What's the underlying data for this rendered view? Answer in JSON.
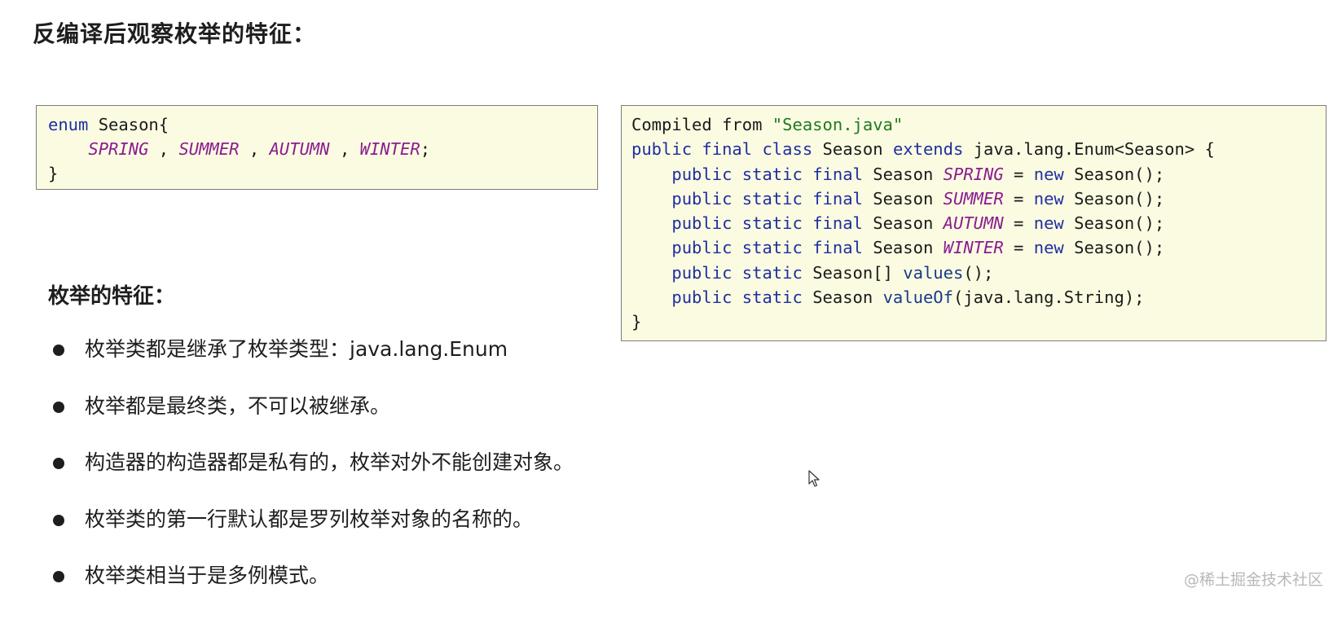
{
  "title": "反编译后观察枚举的特征：",
  "left_code": {
    "keyword_enum": "enum",
    "name": "Season{",
    "constants": [
      "SPRING",
      "SUMMER",
      "AUTUMN",
      "WINTER"
    ],
    "sep": " , ",
    "end": ";",
    "close": "}"
  },
  "right_code": {
    "compiled_from": "Compiled from ",
    "file_name": "\"Season.java\"",
    "kw_public": "public",
    "kw_final": "final",
    "kw_class": "class",
    "class_name": "Season",
    "kw_extends": "extends",
    "parent": "java.lang.Enum<Season> {",
    "kw_static": "static",
    "type": "Season",
    "eq": " = ",
    "kw_new": "new",
    "ctor": "Season();",
    "fields": [
      "SPRING",
      "SUMMER",
      "AUTUMN",
      "WINTER"
    ],
    "array_type": "Season[]",
    "values_method": "values",
    "values_params": "();",
    "valueof_method": "valueOf",
    "valueof_params": "(java.lang.String);",
    "close": "}"
  },
  "features_title": "枚举的特征：",
  "features": [
    "枚举类都是继承了枚举类型：java.lang.Enum",
    "枚举都是最终类，不可以被继承。",
    "构造器的构造器都是私有的，枚举对外不能创建对象。",
    "枚举类的第一行默认都是罗列枚举对象的名称的。",
    "枚举类相当于是多例模式。"
  ],
  "watermark": "@稀土掘金技术社区"
}
